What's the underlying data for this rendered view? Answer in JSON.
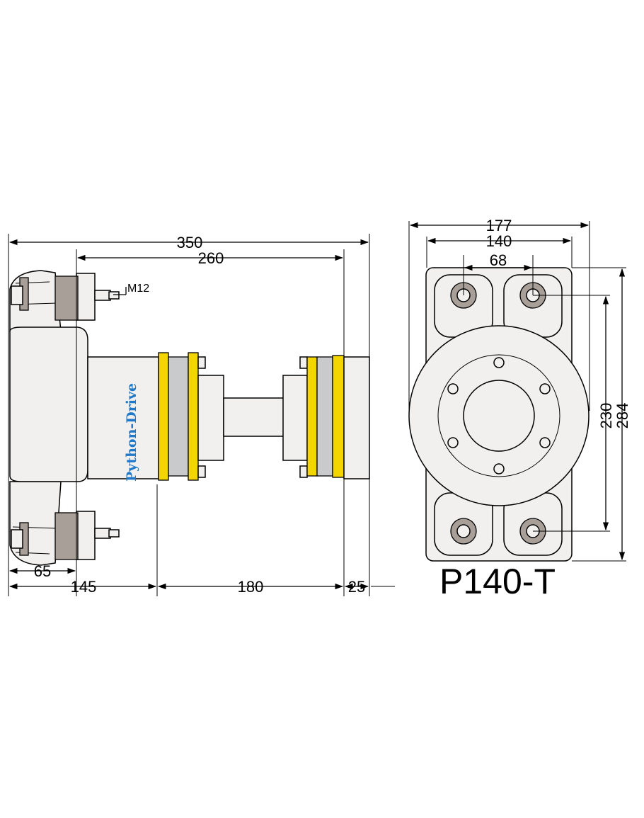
{
  "side_view": {
    "brand_label": "Python-Drive",
    "thread_label": "M12",
    "dimensions": {
      "overall_length": "350",
      "inner_length": "260",
      "bracket_width": "65",
      "mount_to_flange": "145",
      "flange_to_flange": "180",
      "end_offset": "25"
    }
  },
  "front_view": {
    "model_label": "P140-T",
    "dimensions": {
      "outer_width": "177",
      "bolt_span_width": "140",
      "bolt_spacing": "68",
      "bolt_span_height": "230",
      "outer_height": "284"
    }
  },
  "colors": {
    "flange_yellow": "#f3d500",
    "rubber_grey": "#a89f98",
    "plate_grey": "#c9cacc",
    "body_white": "#f1f0ee",
    "brand_blue": "#1f78c8"
  }
}
